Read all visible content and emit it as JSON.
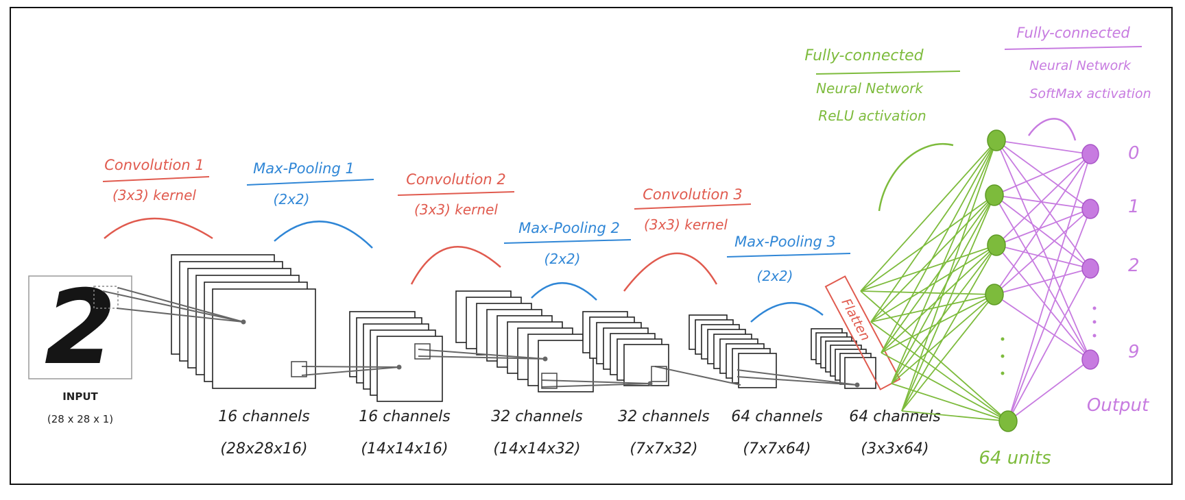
{
  "input": {
    "label": "INPUT",
    "dims": "(28 x 28 x 1)",
    "digit": "2"
  },
  "layers": [
    {
      "op": "Convolution 1",
      "param": "(3x3) kernel",
      "color": "#e05a4e"
    },
    {
      "op": "Max-Pooling 1",
      "param": "(2x2)",
      "color": "#2f86d6"
    },
    {
      "op": "Convolution 2",
      "param": "(3x3) kernel",
      "color": "#e05a4e"
    },
    {
      "op": "Max-Pooling 2",
      "param": "(2x2)",
      "color": "#2f86d6"
    },
    {
      "op": "Convolution 3",
      "param": "(3x3) kernel",
      "color": "#e05a4e"
    },
    {
      "op": "Max-Pooling 3",
      "param": "(2x2)",
      "color": "#2f86d6"
    }
  ],
  "stacks": [
    {
      "channels": "16 channels",
      "dims": "(28x28x16)"
    },
    {
      "channels": "16 channels",
      "dims": "(14x14x16)"
    },
    {
      "channels": "32 channels",
      "dims": "(14x14x32)"
    },
    {
      "channels": "32 channels",
      "dims": "(7x7x32)"
    },
    {
      "channels": "64 channels",
      "dims": "(7x7x64)"
    },
    {
      "channels": "64 channels",
      "dims": "(3x3x64)"
    }
  ],
  "flatten": {
    "label": "Flatten",
    "color": "#e05a4e"
  },
  "fc1": {
    "title": "Fully-connected",
    "line2": "Neural Network",
    "line3": "ReLU activation",
    "units": "64 units",
    "color": "#7dbb3c"
  },
  "fc2": {
    "title": "Fully-connected",
    "line2": "Neural Network",
    "line3": "SoftMax activation",
    "color": "#c77be0"
  },
  "outputs": [
    "0",
    "1",
    "2",
    "9"
  ],
  "output_label": "Output",
  "colors": {
    "conv": "#e05a4e",
    "pool": "#2f86d6",
    "hidden": "#7dbb3c",
    "output": "#c77be0",
    "ink": "#222222"
  }
}
